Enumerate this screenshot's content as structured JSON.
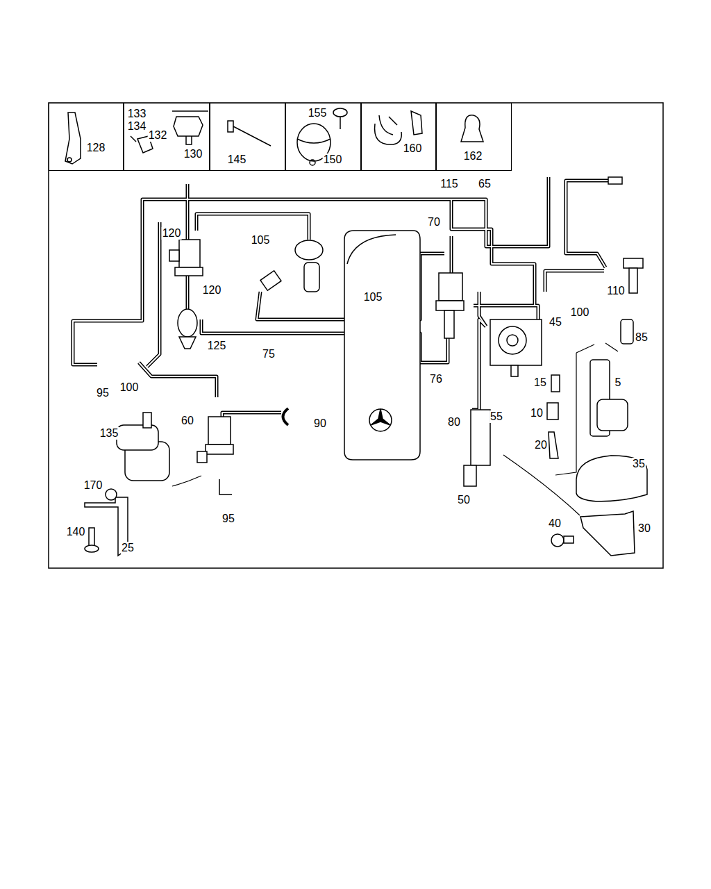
{
  "diagram": {
    "nodes": [
      {
        "text": [
          "128"
        ]
      },
      {
        "text": [
          "133",
          "134",
          "132",
          "130"
        ]
      },
      {
        "text": [
          "145"
        ]
      },
      {
        "text": [
          "155",
          "150"
        ]
      },
      {
        "text": [
          "160"
        ]
      },
      {
        "text": [
          "162"
        ]
      }
    ],
    "labels": [
      "115",
      "65",
      "70",
      "120",
      "105",
      "120",
      "105",
      "110",
      "45",
      "100",
      "125",
      "75",
      "85",
      "76",
      "95",
      "100",
      "15",
      "5",
      "60",
      "90",
      "80",
      "55",
      "10",
      "20",
      "135",
      "35",
      "170",
      "50",
      "95",
      "40",
      "30",
      "140",
      "25"
    ]
  }
}
